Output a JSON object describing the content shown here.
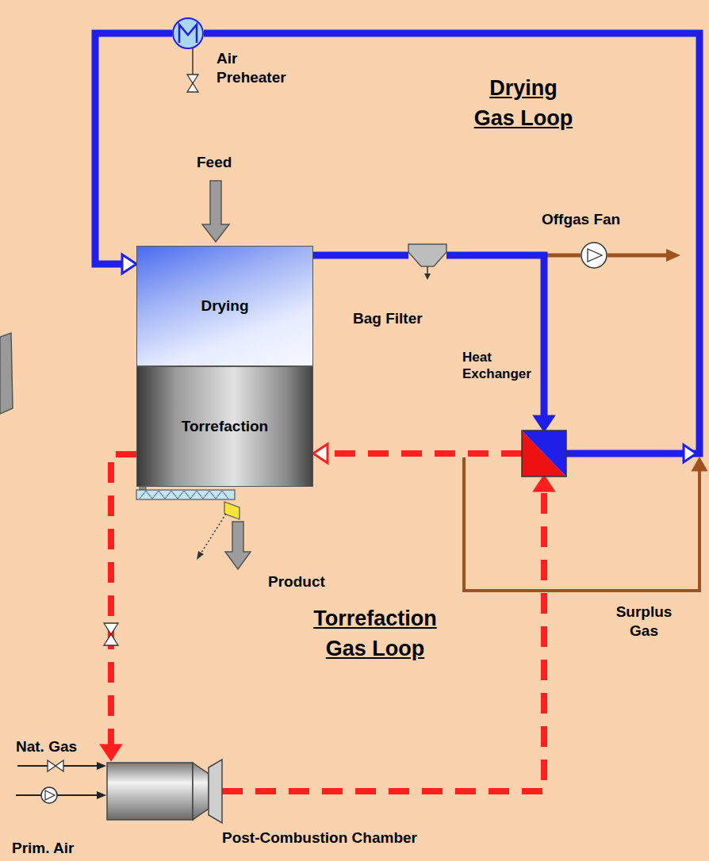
{
  "diagram": {
    "nodes": [
      {
        "text": [
          "Air Preheater"
        ]
      },
      {
        "text": [
          "Drying"
        ]
      },
      {
        "text": [
          "Torrefaction"
        ]
      },
      {
        "text": [
          "Bag Filter"
        ]
      },
      {
        "text": [
          "Offgas Fan"
        ]
      },
      {
        "text": [
          "Heat Exchanger"
        ]
      },
      {
        "text": [
          "Post-Combustion Chamber"
        ]
      }
    ],
    "edges": [
      {
        "from": 1,
        "to": 3,
        "arrow": "none"
      },
      {
        "from": 3,
        "to": 4,
        "arrow": "none"
      },
      {
        "from": 3,
        "to": 5,
        "arrow": "to"
      },
      {
        "from": 5,
        "to": 0,
        "arrow": "none"
      },
      {
        "from": 0,
        "to": 1,
        "arrow": "to"
      },
      {
        "from": 5,
        "to": 2,
        "arrow": "to"
      },
      {
        "from": 2,
        "to": 6,
        "arrow": "to"
      },
      {
        "from": 6,
        "to": 5,
        "arrow": "to"
      }
    ],
    "labels": [
      "Feed",
      "Drying Gas Loop",
      "Product",
      "Torrefaction Gas Loop",
      "Surplus Gas",
      "Nat. Gas",
      "Prim. Air"
    ]
  }
}
